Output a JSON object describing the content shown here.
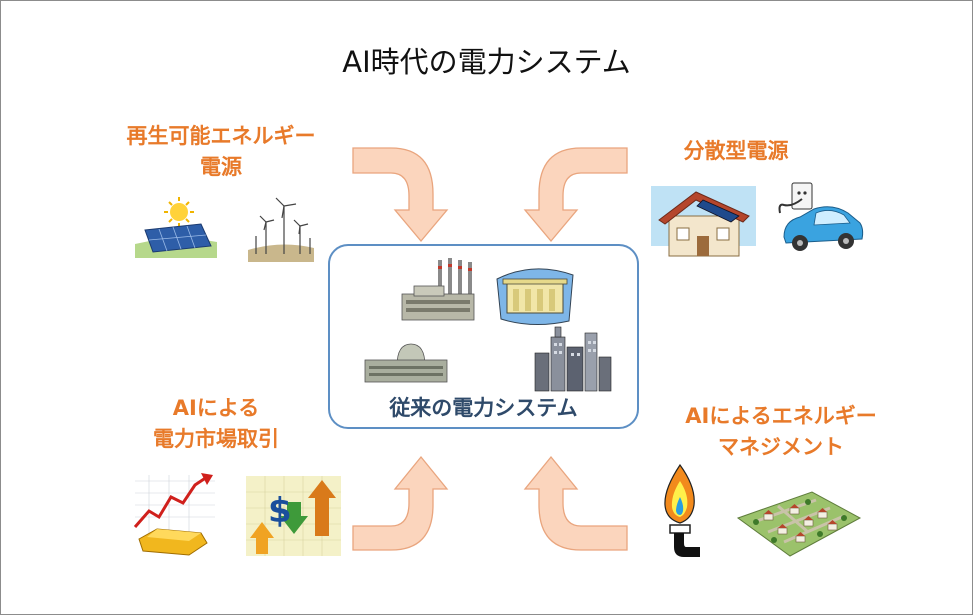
{
  "title": "AI時代の電力システム",
  "center": {
    "label": "従来の電力システム"
  },
  "quadrants": {
    "top_left": {
      "line1": "再生可能エネルギー",
      "line2": "電源",
      "icons": [
        "solar-panel-icon",
        "wind-turbine-icon"
      ]
    },
    "top_right": {
      "line1": "分散型電源",
      "icons": [
        "solar-house-icon",
        "electric-car-icon"
      ]
    },
    "bottom_left": {
      "line1": "AIによる",
      "line2": "電力市場取引",
      "icons": [
        "gold-chart-icon",
        "dollar-arrows-icon"
      ]
    },
    "bottom_right": {
      "line1": "AIによるエネルギー",
      "line2": "マネジメント",
      "icons": [
        "gas-flame-icon",
        "town-map-icon"
      ]
    }
  },
  "center_icons": [
    "power-plant-icon",
    "dam-icon",
    "nuclear-plant-icon",
    "city-buildings-icon"
  ],
  "colors": {
    "label": "#e87a2a",
    "arrow_fill": "#fbd5bd",
    "arrow_stroke": "#e9a57e",
    "box_border": "#5d8fc4"
  }
}
